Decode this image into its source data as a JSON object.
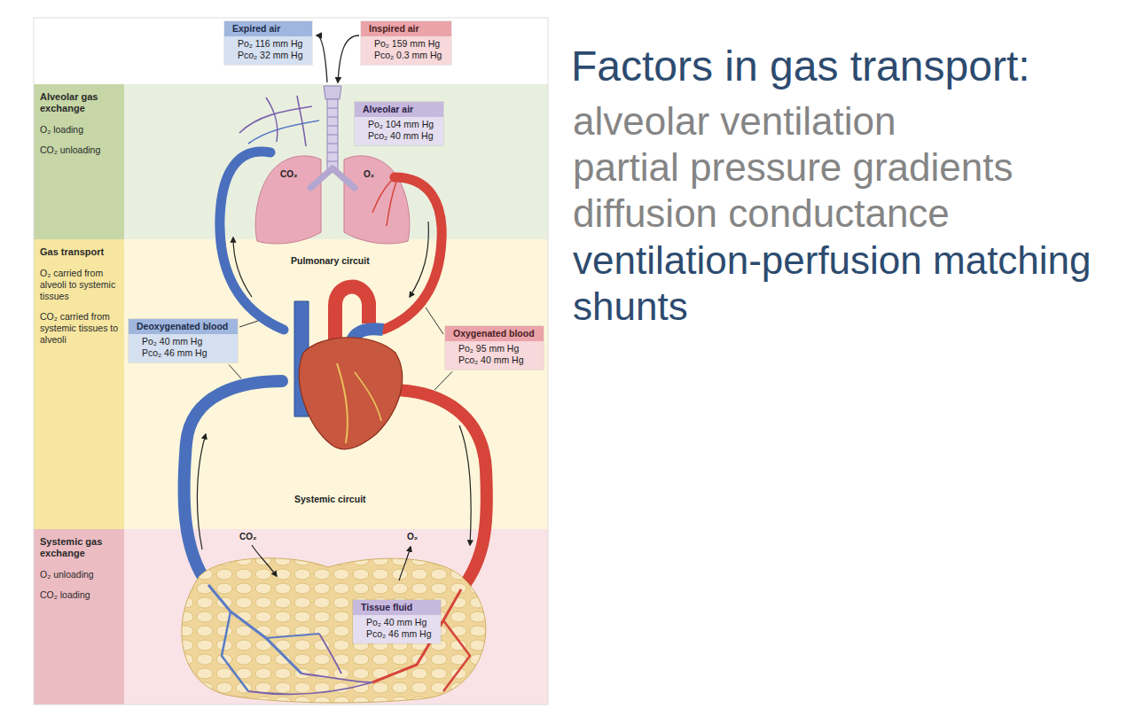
{
  "diagram": {
    "title": "Factors in gas transport:",
    "nodes": [
      {
        "text": [
          "Expired air",
          "Po₂ 116 mm Hg",
          "Pco₂ 32 mm Hg"
        ]
      },
      {
        "text": [
          "Inspired air",
          "Po₂ 159 mm Hg",
          "Pco₂ 0.3 mm Hg"
        ]
      },
      {
        "text": [
          "Alveolar gas exchange",
          "O₂ loading",
          "CO₂ unloading"
        ]
      },
      {
        "text": [
          "Alveolar air",
          "Po₂ 104 mm Hg",
          "Pco₂ 40 mm Hg"
        ],
        "in": 2
      },
      {
        "text": [
          "Gas transport",
          "O₂ carried from alveoli to systemic tissues",
          "CO₂ carried from systemic tissues to alveoli"
        ]
      },
      {
        "text": [
          "Deoxygenated blood",
          "Po₂ 40 mm Hg",
          "Pco₂ 46 mm Hg"
        ],
        "in": 4
      },
      {
        "text": [
          "Oxygenated blood",
          "Po₂ 95 mm Hg",
          "Pco₂ 40 mm Hg"
        ],
        "in": 4
      },
      {
        "text": [
          "Systemic gas exchange",
          "O₂ unloading",
          "CO₂ loading"
        ]
      },
      {
        "text": [
          "Tissue fluid",
          "Po₂ 40 mm Hg",
          "Pco₂ 46 mm Hg"
        ],
        "in": 7
      }
    ],
    "labels": [
      "CO₂",
      "O₂",
      "Pulmonary circuit",
      "Systemic circuit",
      "CO₂",
      "O₂",
      "alveolar ventilation",
      "partial pressure gradients",
      "diffusion conductance",
      "ventilation-perfusion matching",
      "shunts"
    ]
  }
}
